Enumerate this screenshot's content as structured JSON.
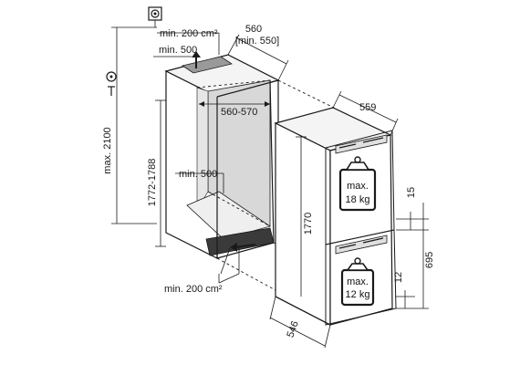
{
  "labels": {
    "min_200_top": "min. 200 cm²",
    "depth_560": "560",
    "depth_min_550": "[min. 550]",
    "min_500_top": "min. 500",
    "width_560_570": "560-570",
    "height_1772_1788": "1772-1788",
    "min_500_inner": "min. 500",
    "max_2100": "max. 2100",
    "min_200_bottom": "min. 200 cm²",
    "width_559": "559",
    "height_1770": "1770",
    "depth_546": "546",
    "dim_15": "15",
    "dim_695": "695",
    "dim_12": "12"
  },
  "weights": {
    "upper_line1": "max.",
    "upper_line2": "18 kg",
    "lower_line1": "max.",
    "lower_line2": "12 kg"
  },
  "icons": {
    "ventilation": "ventilation-icon",
    "power": "power-socket-icon"
  }
}
